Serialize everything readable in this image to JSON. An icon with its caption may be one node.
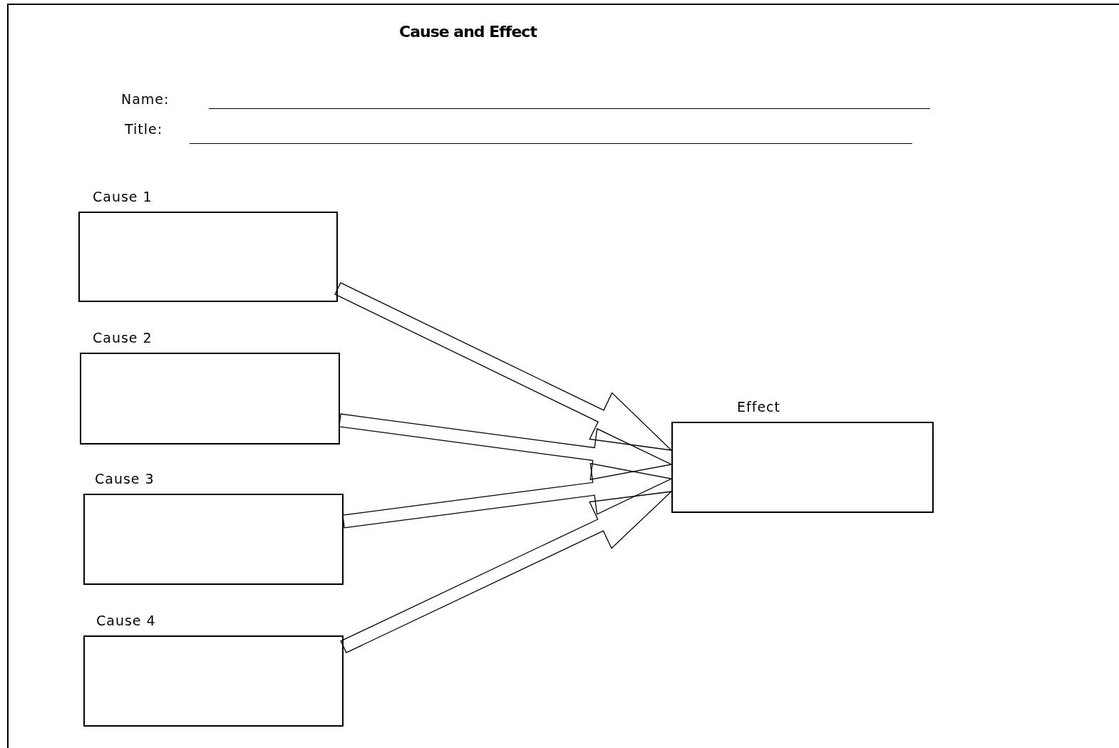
{
  "diagram": {
    "title": "Cause and Effect",
    "nodes": [
      {
        "text": [
          "Cause 1"
        ]
      },
      {
        "text": [
          "Cause 2"
        ]
      },
      {
        "text": [
          "Cause 3"
        ]
      },
      {
        "text": [
          "Cause 4"
        ]
      },
      {
        "text": [
          "Effect"
        ]
      }
    ],
    "edges": [
      {
        "from": 0,
        "to": 4,
        "arrow": "to"
      },
      {
        "from": 1,
        "to": 4,
        "arrow": "to"
      },
      {
        "from": 2,
        "to": 4,
        "arrow": "to"
      },
      {
        "from": 3,
        "to": 4,
        "arrow": "to"
      }
    ],
    "labels": [
      "Name:",
      "Title:"
    ]
  }
}
